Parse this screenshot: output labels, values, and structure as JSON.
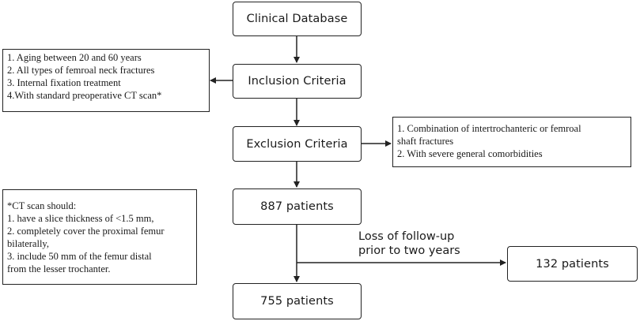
{
  "nodes": {
    "clinical_database": "Clinical Database",
    "inclusion_criteria": "Inclusion Criteria",
    "exclusion_criteria": "Exclusion Criteria",
    "patients_887": "887 patients",
    "patients_755": "755 patients",
    "patients_132": "132 patients"
  },
  "inclusion_notes": [
    "1. Aging between 20 and 60 years",
    "2. All types of femroal neck fractures",
    "3. Internal fixation treatment",
    "4.With standard preoperative CT scan*"
  ],
  "exclusion_notes": [
    "1. Combination of intertrochanteric or femroal",
    "shaft fractures",
    "2. With severe general comorbidities"
  ],
  "ct_notes": [
    "*CT scan should:",
    "1. have a slice thickness of <1.5 mm,",
    "2. completely cover the proximal femur",
    "bilaterally,",
    "3. include 50 mm of the femur distal",
    "from the lesser trochanter."
  ],
  "followup_label": [
    "Loss of follow-up",
    "prior to two years"
  ],
  "colors": {
    "line": "#222222",
    "background": "#ffffff",
    "text": "#1a1a1a"
  }
}
